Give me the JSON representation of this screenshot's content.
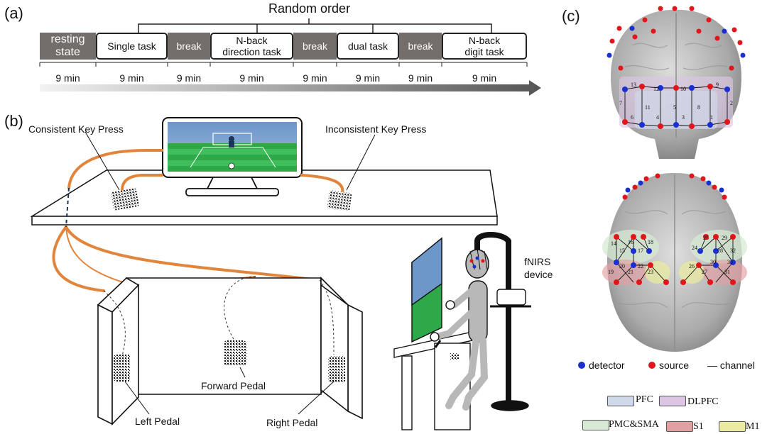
{
  "panel_a": {
    "label": "(a)",
    "title": "Random order",
    "blocks": [
      {
        "text": "resting\nstate",
        "style": "rest"
      },
      {
        "text": "Single task",
        "style": "task"
      },
      {
        "text": "break",
        "style": "gray"
      },
      {
        "text": "N-back\ndirection task",
        "style": "task"
      },
      {
        "text": "break",
        "style": "gray"
      },
      {
        "text": "dual task",
        "style": "task"
      },
      {
        "text": "break",
        "style": "gray"
      },
      {
        "text": "N-back\ndigit task",
        "style": "task"
      }
    ],
    "durations": [
      "9 min",
      "9 min",
      "9 min",
      "9 min",
      "9 min",
      "9 min",
      "9 min",
      "9 min"
    ]
  },
  "panel_b": {
    "label": "(b)",
    "consistent_key": "Consistent Key Press",
    "inconsistent_key": "Inconsistent Key Press",
    "forward_pedal": "Forward Pedal",
    "left_pedal": "Left Pedal",
    "right_pedal": "Right Pedal",
    "device": "fNIRS\ndevice"
  },
  "panel_c": {
    "label": "(c)",
    "top_channels": [
      "13",
      "12",
      "10",
      "9",
      "7",
      "11",
      "5",
      "8",
      "2",
      "6",
      "4",
      "3",
      "1"
    ],
    "bottom_channels": [
      "14",
      "16",
      "18",
      "15",
      "17",
      "25",
      "29",
      "24",
      "28",
      "32",
      "20",
      "22",
      "19",
      "21",
      "23",
      "26",
      "30",
      "27",
      "33",
      "31"
    ],
    "legend_markers": {
      "detector": "detector",
      "source": "source",
      "channel": "— channel"
    },
    "regions": [
      {
        "name": "PFC",
        "color": "#cfd9ea"
      },
      {
        "name": "DLPFC",
        "color": "#dcc6e4"
      },
      {
        "name": "PMC&SMA",
        "color": "#d7ead3"
      },
      {
        "name": "S1",
        "color": "#e3a0a3"
      },
      {
        "name": "M1",
        "color": "#eaeaa0"
      }
    ],
    "detector_color": "#1a2fd1",
    "source_color": "#e0161b"
  }
}
